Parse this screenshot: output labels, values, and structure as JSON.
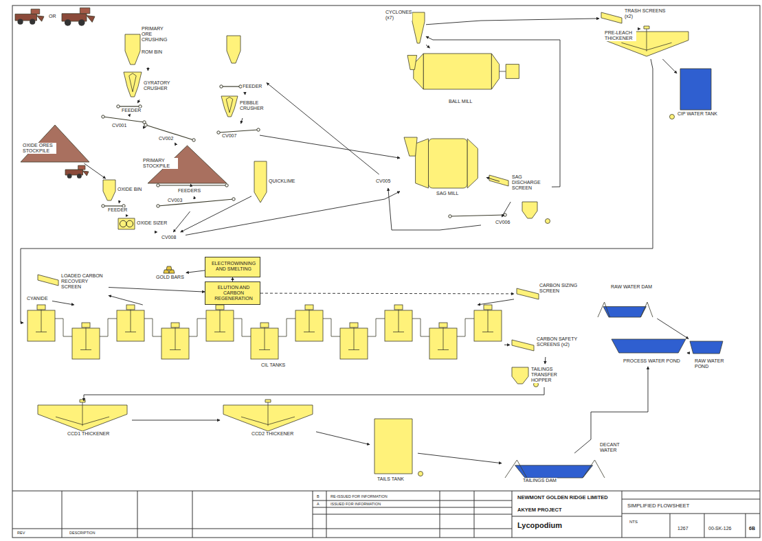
{
  "diagram": {
    "nodes": [
      {
        "text": [
          "PRIMARY ORE CRUSHING",
          "ROM BIN"
        ]
      },
      {
        "text": [
          "GYRATORY CRUSHER"
        ]
      },
      {
        "text": [
          "FEEDER"
        ]
      },
      {
        "text": [
          "CV001"
        ]
      },
      {
        "text": [
          "CV002"
        ]
      },
      {
        "text": [
          "PRIMARY STOCKPILE"
        ]
      },
      {
        "text": [
          "FEEDERS"
        ]
      },
      {
        "text": [
          "CV003"
        ]
      },
      {
        "text": [
          "OXIDE ORES STOCKPILE"
        ]
      },
      {
        "text": [
          "OXIDE BIN"
        ]
      },
      {
        "text": [
          "FEEDER"
        ]
      },
      {
        "text": [
          "OXIDE SIZER"
        ]
      },
      {
        "text": [
          "CV008"
        ]
      },
      {
        "text": [
          "QUICKLIME"
        ]
      },
      {
        "text": [
          "FEEDER"
        ]
      },
      {
        "text": [
          "PEBBLE CRUSHER"
        ]
      },
      {
        "text": [
          "CV007"
        ]
      },
      {
        "text": [
          "CV005"
        ]
      },
      {
        "text": [
          "CYCLONES (x7)"
        ]
      },
      {
        "text": [
          "BALL MILL"
        ]
      },
      {
        "text": [
          "SAG MILL"
        ]
      },
      {
        "text": [
          "SAG DISCHARGE SCREEN"
        ]
      },
      {
        "text": [
          "CV006"
        ]
      },
      {
        "text": [
          "TRASH SCREENS (x2)"
        ]
      },
      {
        "text": [
          "PRE-LEACH THICKENER"
        ]
      },
      {
        "text": [
          "CIP WATER TANK"
        ]
      },
      {
        "text": [
          "CYANIDE"
        ]
      },
      {
        "text": [
          "LOADED CARBON RECOVERY SCREEN"
        ]
      },
      {
        "text": [
          "GOLD BARS"
        ]
      },
      {
        "text": [
          "ELECTROWINNING AND SMELTING"
        ]
      },
      {
        "text": [
          "ELUTION AND CARBON REGENERATION"
        ]
      },
      {
        "text": [
          "CIL TANKS"
        ]
      },
      {
        "text": [
          "CARBON SIZING SCREEN"
        ]
      },
      {
        "text": [
          "CARBON SAFETY SCREENS (x2)"
        ]
      },
      {
        "text": [
          "TAILINGS TRANSFER HOPPER"
        ]
      },
      {
        "text": [
          "RAW WATER DAM"
        ]
      },
      {
        "text": [
          "PROCESS WATER POND"
        ]
      },
      {
        "text": [
          "RAW WATER POND"
        ]
      },
      {
        "text": [
          "CCD1 THICKENER"
        ]
      },
      {
        "text": [
          "CCD2 THICKENER"
        ]
      },
      {
        "text": [
          "TAILS TANK"
        ]
      },
      {
        "text": [
          "TAILINGS DAM"
        ]
      }
    ],
    "edges": [
      {
        "from": 0,
        "to": 1,
        "arrow": "to"
      },
      {
        "from": 1,
        "to": 2,
        "arrow": "to"
      },
      {
        "from": 2,
        "to": 3,
        "arrow": "to"
      },
      {
        "from": 3,
        "to": 4,
        "arrow": "to"
      },
      {
        "from": 4,
        "to": 5,
        "arrow": "to"
      },
      {
        "from": 5,
        "to": 6,
        "arrow": "to"
      },
      {
        "from": 6,
        "to": 7,
        "arrow": "to"
      },
      {
        "from": 8,
        "to": 9,
        "arrow": "to"
      },
      {
        "from": 9,
        "to": 10,
        "arrow": "to"
      },
      {
        "from": 10,
        "to": 11,
        "arrow": "to"
      },
      {
        "from": 11,
        "to": 12,
        "arrow": "to"
      },
      {
        "from": 7,
        "to": 12,
        "arrow": "to"
      },
      {
        "from": 13,
        "to": 12,
        "arrow": "to"
      },
      {
        "from": 12,
        "to": 20,
        "arrow": "to"
      },
      {
        "from": 20,
        "to": 21,
        "arrow": "to"
      },
      {
        "from": 21,
        "to": 22,
        "arrow": "to"
      },
      {
        "from": 22,
        "to": 17,
        "arrow": "to"
      },
      {
        "from": 17,
        "to": 14,
        "arrow": "to"
      },
      {
        "from": 14,
        "to": 15,
        "arrow": "to"
      },
      {
        "from": 15,
        "to": 16,
        "arrow": "to"
      },
      {
        "from": 16,
        "to": 20,
        "arrow": "to"
      },
      {
        "from": 21,
        "to": 18,
        "arrow": "to"
      },
      {
        "from": 18,
        "to": 19,
        "arrow": "to"
      },
      {
        "from": 18,
        "to": 23,
        "arrow": "to"
      },
      {
        "from": 23,
        "to": 24,
        "arrow": "to"
      },
      {
        "from": 24,
        "to": 25,
        "arrow": "to"
      },
      {
        "from": 24,
        "to": 31,
        "arrow": "to"
      },
      {
        "from": 26,
        "to": 31,
        "arrow": "to"
      },
      {
        "from": 31,
        "to": 27,
        "arrow": "to"
      },
      {
        "from": 27,
        "to": 30,
        "arrow": "to"
      },
      {
        "from": 30,
        "to": 29,
        "arrow": "to"
      },
      {
        "from": 29,
        "to": 28,
        "arrow": "to"
      },
      {
        "from": 30,
        "to": 32,
        "arrow": "to"
      },
      {
        "from": 32,
        "to": 31,
        "arrow": "to"
      },
      {
        "from": 31,
        "to": 33,
        "arrow": "to"
      },
      {
        "from": 33,
        "to": 34,
        "arrow": "to"
      },
      {
        "from": 34,
        "to": 38,
        "arrow": "to"
      },
      {
        "from": 38,
        "to": 39,
        "arrow": "to"
      },
      {
        "from": 39,
        "to": 40,
        "arrow": "to"
      },
      {
        "from": 40,
        "to": 41,
        "arrow": "to"
      },
      {
        "from": 41,
        "to": 36,
        "arrow": "to"
      },
      {
        "from": 35,
        "to": 37,
        "arrow": "to"
      },
      {
        "from": 37,
        "to": 36,
        "arrow": "to"
      }
    ],
    "labels": [
      "OR",
      "DECANT WATER",
      "NEWMONT GOLDEN RIDGE LIMITED",
      "AKYEM PROJECT",
      "Lycopodium",
      "SIMPLIFIED FLOWSHEET",
      "NTS",
      "1267",
      "00-SK-126",
      "6B",
      "B",
      "RE-ISSUED FOR INFORMATION",
      "A",
      "ISSUED FOR INFORMATION",
      "REV",
      "DESCRIPTION"
    ]
  }
}
